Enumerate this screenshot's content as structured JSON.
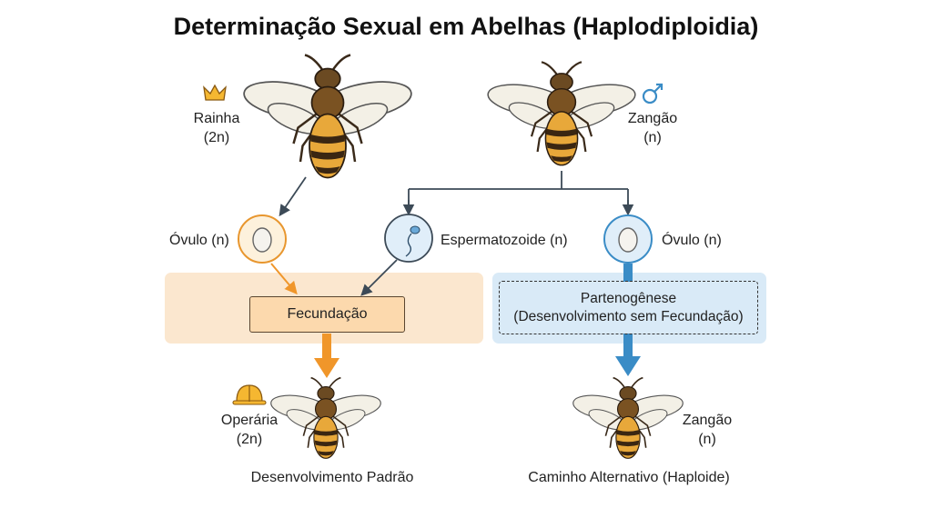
{
  "title": "Determinação Sexual em Abelhas (Haplodiploidia)",
  "queen": {
    "name": "Rainha",
    "ploidy": "(2n)",
    "icon": "crown-icon"
  },
  "drone_top": {
    "name": "Zangão",
    "ploidy": "(n)",
    "icon": "male-symbol-icon"
  },
  "ovule_left": {
    "label": "Óvulo (n)",
    "icon": "egg-icon"
  },
  "sperm": {
    "label": "Espermatozoide (n)",
    "icon": "sperm-icon"
  },
  "ovule_right": {
    "label": "Óvulo (n)",
    "icon": "egg-icon"
  },
  "fecundation": {
    "label": "Fecundação"
  },
  "parthenogenesis": {
    "line1": "Partenogênese",
    "line2": "(Desenvolvimento sem Fecundação)"
  },
  "worker": {
    "name": "Operária",
    "ploidy": "(2n)",
    "icon": "hard-hat-icon"
  },
  "drone_bottom": {
    "name": "Zangão",
    "ploidy": "(n)"
  },
  "captions": {
    "left": "Desenvolvimento Padrão",
    "right": "Caminho Alternativo (Haploide)"
  },
  "colors": {
    "orange": "#f0962a",
    "blue": "#3a8cc6",
    "arrow_dark": "#3c4a57",
    "panel_orange": "#fbe7cf",
    "panel_blue": "#d9eaf7"
  }
}
